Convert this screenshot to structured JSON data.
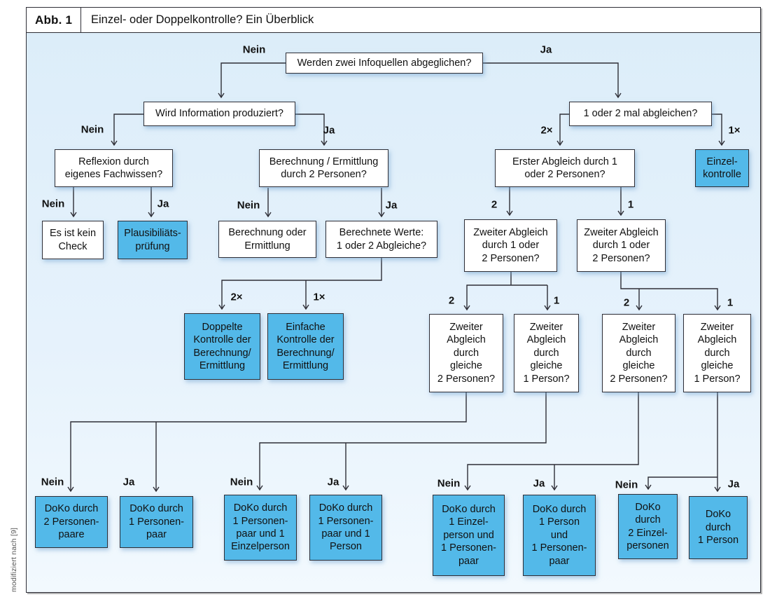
{
  "figure": {
    "label": "Abb. 1",
    "title": "Einzel- oder Doppelkontrolle? Ein Überblick",
    "credit": "modifiziert nach [9]"
  },
  "colors": {
    "highlight_blue": "#53b9e9",
    "canvas_blue": "#e6f2fc",
    "line": "#2e2e36"
  },
  "answers": {
    "nein": "Nein",
    "ja": "Ja",
    "two_times": "2×",
    "one_time": "1×",
    "two": "2",
    "one": "1"
  },
  "nodes": {
    "q_root": {
      "text": "Werden zwei Infoquellen abgeglichen?"
    },
    "q_produziert": {
      "text": "Wird Information produziert?"
    },
    "q_reflexion": {
      "text": "Reflexion durch\neigenes Fachwissen?"
    },
    "q_berechnung": {
      "text": "Berechnung / Ermittlung\ndurch 2 Personen?"
    },
    "r_kein_check": {
      "text": "Es ist kein\nCheck"
    },
    "r_plausi": {
      "text": "Plausibiliäts-\nprüfung"
    },
    "r_ber_oder": {
      "text": "Berechnung oder\nErmittlung"
    },
    "q_werte": {
      "text": "Berechnete Werte:\n1 oder 2 Abgleiche?"
    },
    "r_doppelte": {
      "text": "Doppelte\nKontrolle der\nBerechnung/\nErmittlung"
    },
    "r_einfache": {
      "text": "Einfache\nKontrolle der\nBerechnung/\nErmittlung"
    },
    "q_abgleichen": {
      "text": "1 oder 2 mal abgleichen?"
    },
    "q_erster": {
      "text": "Erster Abgleich durch 1\noder 2 Personen?"
    },
    "r_einzelkontrolle": {
      "text": "Einzel-\nkontrolle"
    },
    "q_zweiter_l": {
      "text": "Zweiter Abgleich\ndurch 1 oder\n2 Personen?"
    },
    "q_zweiter_r": {
      "text": "Zweiter Abgleich\ndurch 1 oder\n2 Personen?"
    },
    "q_gleiche2_l": {
      "text": "Zweiter\nAbgleich\ndurch\ngleiche\n2 Personen?"
    },
    "q_gleiche1_l": {
      "text": "Zweiter\nAbgleich\ndurch\ngleiche\n1 Person?"
    },
    "q_gleiche2_r": {
      "text": "Zweiter\nAbgleich\ndurch\ngleiche\n2 Personen?"
    },
    "q_gleiche1_r": {
      "text": "Zweiter\nAbgleich\ndurch\ngleiche\n1 Person?"
    },
    "r_doko_2paare": {
      "text": "DoKo durch\n2 Personen-\npaare"
    },
    "r_doko_1paar": {
      "text": "DoKo durch\n1 Personen-\npaar"
    },
    "r_doko_paar_einzel": {
      "text": "DoKo durch\n1 Personen-\npaar und 1\nEinzelperson"
    },
    "r_doko_paar_person": {
      "text": "DoKo durch\n1 Personen-\npaar und 1\nPerson"
    },
    "r_doko_einzel_paar": {
      "text": "DoKo durch\n1 Einzel-\nperson und\n1 Personen-\npaar"
    },
    "r_doko_person_paar": {
      "text": "DoKo durch\n1 Person\nund\n1 Personen-\npaar"
    },
    "r_doko_2einzel": {
      "text": "DoKo\ndurch\n2 Einzel-\npersonen"
    },
    "r_doko_1person": {
      "text": "DoKo\ndurch\n1 Person"
    }
  }
}
